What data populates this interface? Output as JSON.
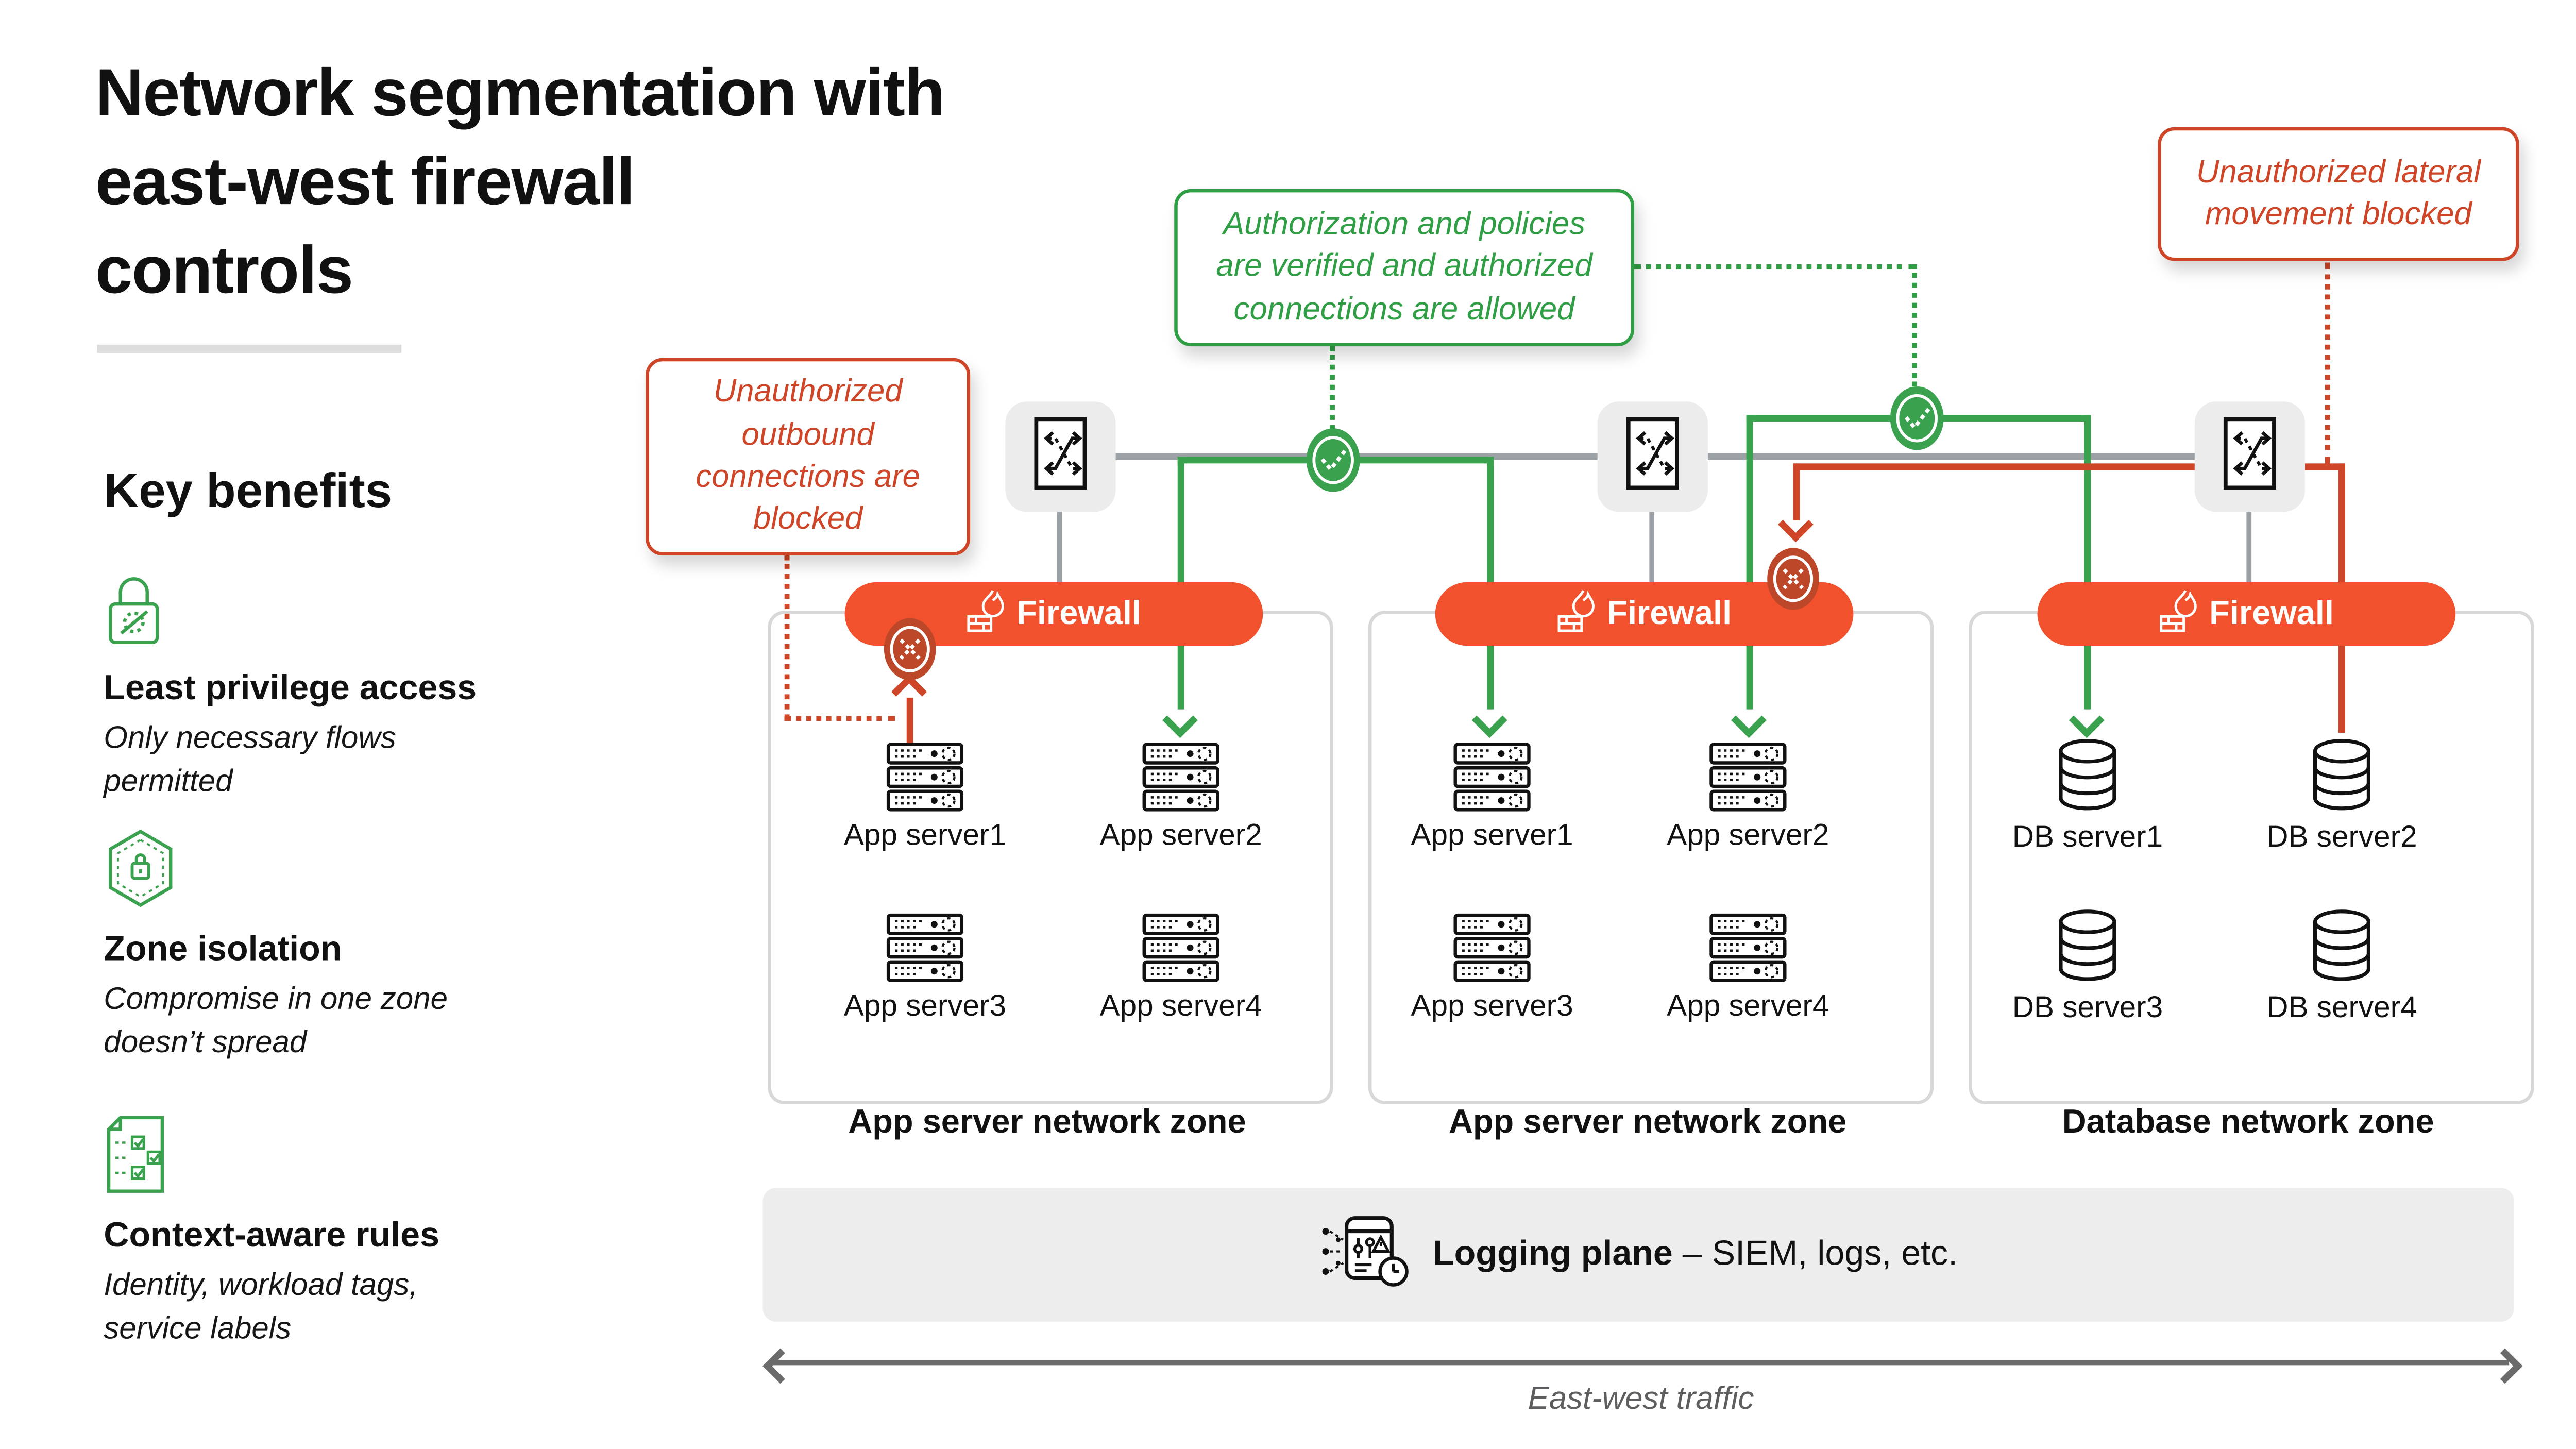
{
  "title": "Network segmentation with\neast-west firewall\ncontrols",
  "key_benefits": {
    "heading": "Key benefits",
    "items": [
      {
        "icon": "privacy-lock-icon",
        "title": "Least privilege access",
        "desc": "Only necessary flows\npermitted"
      },
      {
        "icon": "hexagon-lock-icon",
        "title": "Zone isolation",
        "desc": "Compromise in one zone\ndoesn’t spread"
      },
      {
        "icon": "checklist-doc-icon",
        "title": "Context-aware rules",
        "desc": "Identity, workload tags,\nservice labels"
      }
    ]
  },
  "callouts": {
    "outbound_blocked": "Unauthorized\noutbound\nconnections are\nblocked",
    "authorized_allowed": "Authorization and policies\nare verified and authorized\nconnections are allowed",
    "lateral_blocked": "Unauthorized lateral\nmovement blocked"
  },
  "firewalls": [
    {
      "label": "Firewall"
    },
    {
      "label": "Firewall"
    },
    {
      "label": "Firewall"
    }
  ],
  "zones": [
    {
      "label": "App server network zone",
      "servers": [
        "App server1",
        "App server2",
        "App server3",
        "App server4"
      ]
    },
    {
      "label": "App server network zone",
      "servers": [
        "App server1",
        "App server2",
        "App server3",
        "App server4"
      ]
    },
    {
      "label": "Database network zone",
      "servers": [
        "DB server1",
        "DB server2",
        "DB server3",
        "DB server4"
      ]
    }
  ],
  "logging": {
    "title": "Logging plane",
    "detail": " – SIEM, logs, etc."
  },
  "east_west_label": "East-west traffic",
  "status_icons": {
    "allowed": "check-circle-icon",
    "blocked": "x-circle-icon"
  },
  "colors": {
    "firewall_orange": "#f1512d",
    "blocked_red": "#ce4527",
    "blocked_circle_red": "#bc4729",
    "allowed_green": "#3aa14e",
    "callout_green": "#2f9e44",
    "bus_gray": "#9ca1a5",
    "panel_gray": "#ededed"
  }
}
